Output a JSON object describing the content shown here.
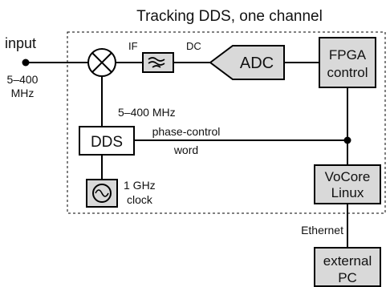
{
  "title": "Tracking DDS, one channel",
  "labels": {
    "input": "input",
    "input_freq_line1": "5–400",
    "input_freq_line2": "MHz",
    "if": "IF",
    "dc": "DC",
    "dds_freq": "5–400 MHz",
    "phase_line1": "phase-control",
    "phase_line2": "word",
    "clock_line1": "1 GHz",
    "clock_line2": "clock",
    "ethernet": "Ethernet"
  },
  "blocks": {
    "adc": "ADC",
    "fpga_line1": "FPGA",
    "fpga_line2": "control",
    "dds": "DDS",
    "vocore_line1": "VoCore",
    "vocore_line2": "Linux",
    "pc_line1": "external",
    "pc_line2": "PC"
  },
  "colors": {
    "block_fill": "#d9d9d9",
    "stroke": "#000000"
  },
  "icons": {
    "mixer": "mixer-icon",
    "filter": "lowpass-filter-icon",
    "oscillator": "oscillator-icon"
  }
}
